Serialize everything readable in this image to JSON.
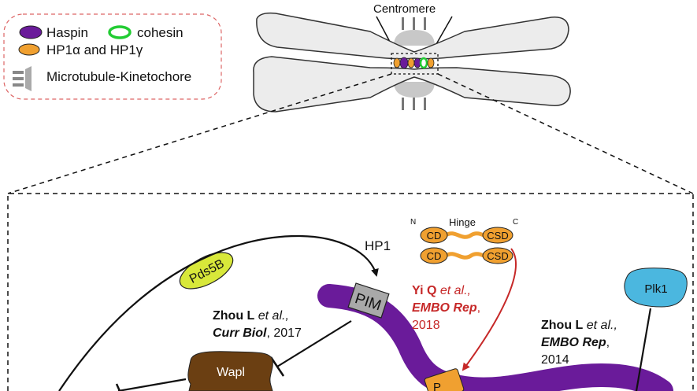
{
  "legend": {
    "haspin": "Haspin",
    "cohesin": "cohesin",
    "hp1": "HP1α and HP1γ",
    "microtubule": "Microtubule-Kinetochore"
  },
  "chromosome": {
    "centromere_label": "Centromere"
  },
  "hp1_domain": {
    "title": "HP1",
    "n_terminus": "N",
    "c_terminus": "C",
    "hinge": "Hinge",
    "cd": "CD",
    "csd": "CSD"
  },
  "proteins": {
    "pds5b": "Pds5B",
    "wapl": "Wapl",
    "plk1": "Plk1",
    "pim": "PIM",
    "partial_label": "P"
  },
  "citations": {
    "zhou2017": {
      "author": "Zhou L",
      "etal": " et al.,",
      "journal": "Curr Biol",
      "year": ", 2017"
    },
    "yi2018": {
      "author": "Yi Q",
      "etal": " et al.,",
      "journal": "EMBO Rep",
      "comma": ",",
      "year": "2018"
    },
    "zhou2014": {
      "author": "Zhou L",
      "etal": " et al.,",
      "journal": "EMBO Rep",
      "comma": ",",
      "year": "2014"
    }
  },
  "colors": {
    "haspin": "#6a1b9a",
    "hp1": "#f0a030",
    "cohesin": "#22cc33",
    "wapl": "#6b3f12",
    "pds5b": "#d8e83a",
    "plk1": "#4bb7df",
    "pim": "#a9a9a9",
    "citation_red": "#c62828"
  }
}
